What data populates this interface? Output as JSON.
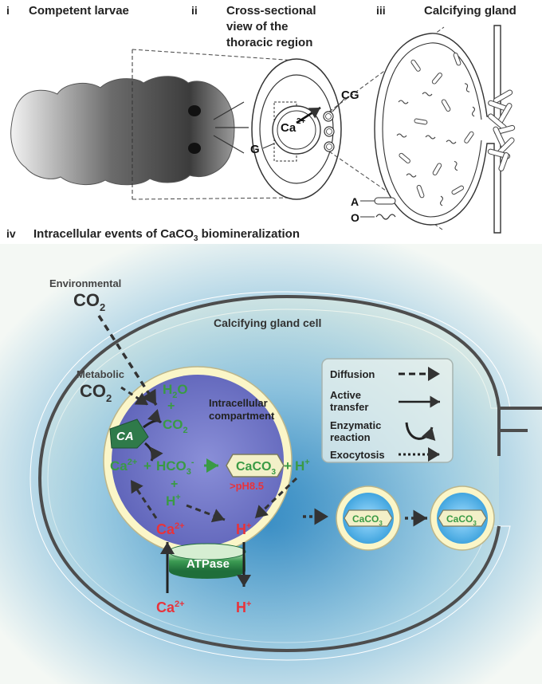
{
  "panels": {
    "i": {
      "numeral": "i",
      "title": "Competent larvae"
    },
    "ii": {
      "numeral": "ii",
      "title_lines": [
        "Cross-sectional",
        "view of the",
        "thoracic region"
      ],
      "label_cg": "CG",
      "label_g": "G",
      "ion": "Ca",
      "ion_charge": "2+"
    },
    "iii": {
      "numeral": "iii",
      "title": "Calcifying gland",
      "label_a": "A",
      "label_o": "O"
    },
    "iv": {
      "numeral": "iv",
      "title_pre": "Intracellular events of CaCO",
      "title_sub": "3",
      "title_post": " biomineralization"
    }
  },
  "cell": {
    "title": "Calcifying gland cell",
    "environmental": "Environmental",
    "env_co2": "CO",
    "env_co2_sub": "2",
    "metabolic": "Metabolic",
    "met_co2": "CO",
    "met_co2_sub": "2",
    "compartment_lines": [
      "Intracellular",
      "compartment"
    ],
    "h2o_main": "H",
    "h2o_sub": "2",
    "h2o_tail": "O",
    "plus": "+",
    "co2_main": "CO",
    "co2_sub": "2",
    "enzyme": "CA",
    "ca": "Ca",
    "charge2": "2+",
    "hco3": "HCO",
    "hco3_sub": "3",
    "hco3_sup": "-",
    "caco3": "CaCO",
    "caco3_sub": "3",
    "h": "H",
    "charge1": "+",
    "ph": ">pH8.5",
    "atpase": "ATPase"
  },
  "legend": {
    "items": [
      {
        "label_lines": [
          "Diffusion"
        ],
        "style": "dashed"
      },
      {
        "label_lines": [
          "Active",
          "transfer"
        ],
        "style": "solid"
      },
      {
        "label_lines": [
          "Enzymatic",
          "reaction"
        ],
        "style": "curved"
      },
      {
        "label_lines": [
          "Exocytosis"
        ],
        "style": "dotted"
      }
    ]
  },
  "colors": {
    "green": "#3a9a45",
    "red": "#e8333b",
    "dark": "#333333",
    "compartment": "#6f74c8",
    "vesicle": "#3fa8e0",
    "enzyme": "#2f7a4a"
  }
}
